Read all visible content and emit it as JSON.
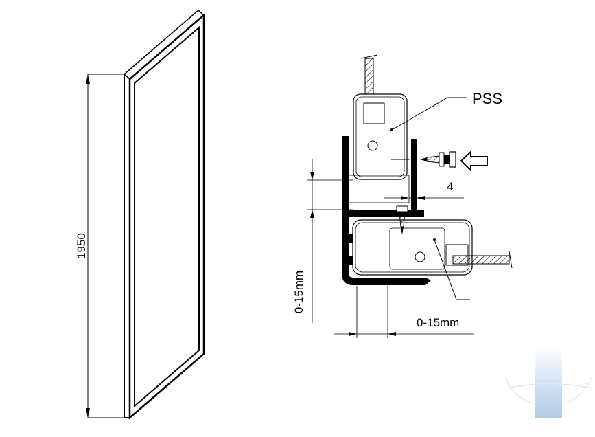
{
  "panel": {
    "height_label": "1950"
  },
  "detail": {
    "profile_label": "PSS",
    "gap_label": "4",
    "vertical_adjust_label": "0-15mm",
    "horizontal_adjust_label": "0-15mm"
  },
  "watermark": {
    "icon": "brand-logo-icon",
    "color": "#bcd3ea"
  }
}
